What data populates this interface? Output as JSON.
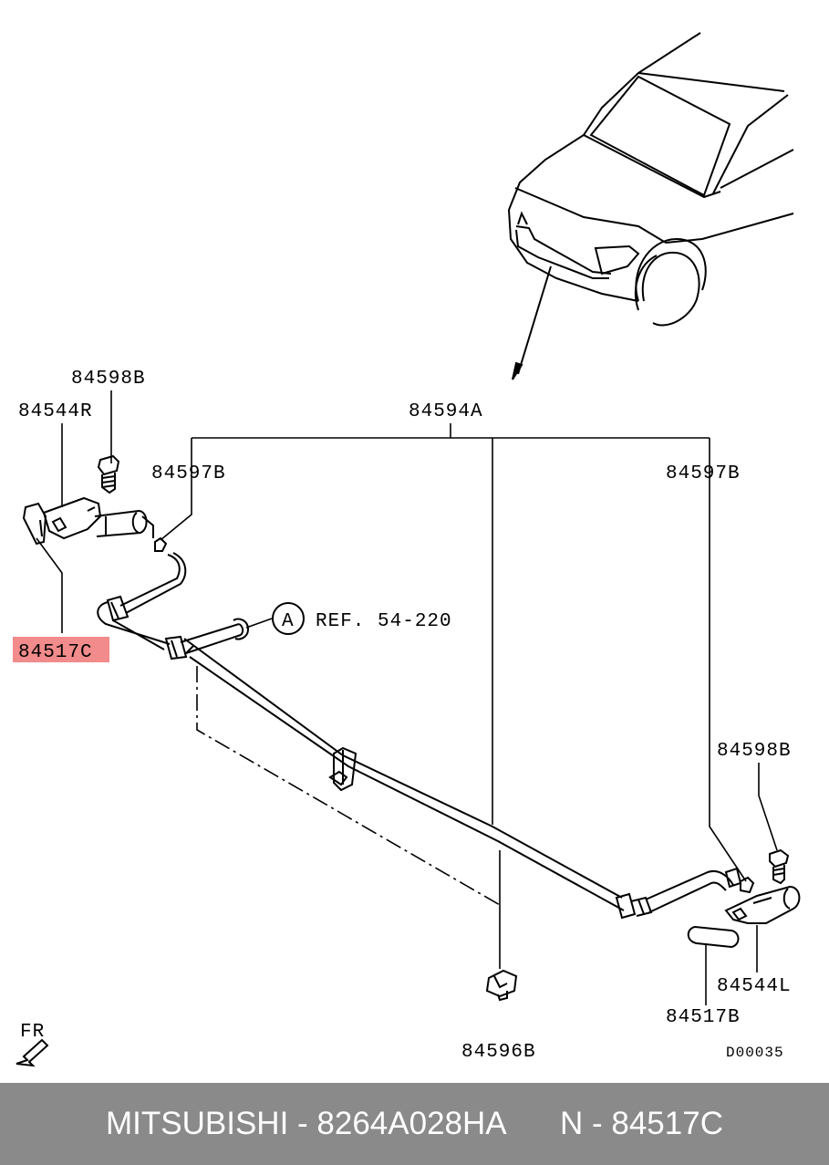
{
  "labels": {
    "p84598b_top": "84598B",
    "p84544r": "84544R",
    "p84594a": "84594A",
    "p84597b_left": "84597B",
    "p84597b_right": "84597B",
    "p84517c": "84517C",
    "ref_circle": "A",
    "ref_text": "REF. 54-220",
    "p84598b_right": "84598B",
    "p84544l": "84544L",
    "p84517b": "84517B",
    "p84596b": "84596B",
    "fr": "FR",
    "drawing_code": "D00035"
  },
  "footer": {
    "brand": "MITSUBISHI - 8264A028HA",
    "part": "N - 84517C"
  },
  "highlight_color": "#f28b8b",
  "footer_color": "#8a8a8a"
}
